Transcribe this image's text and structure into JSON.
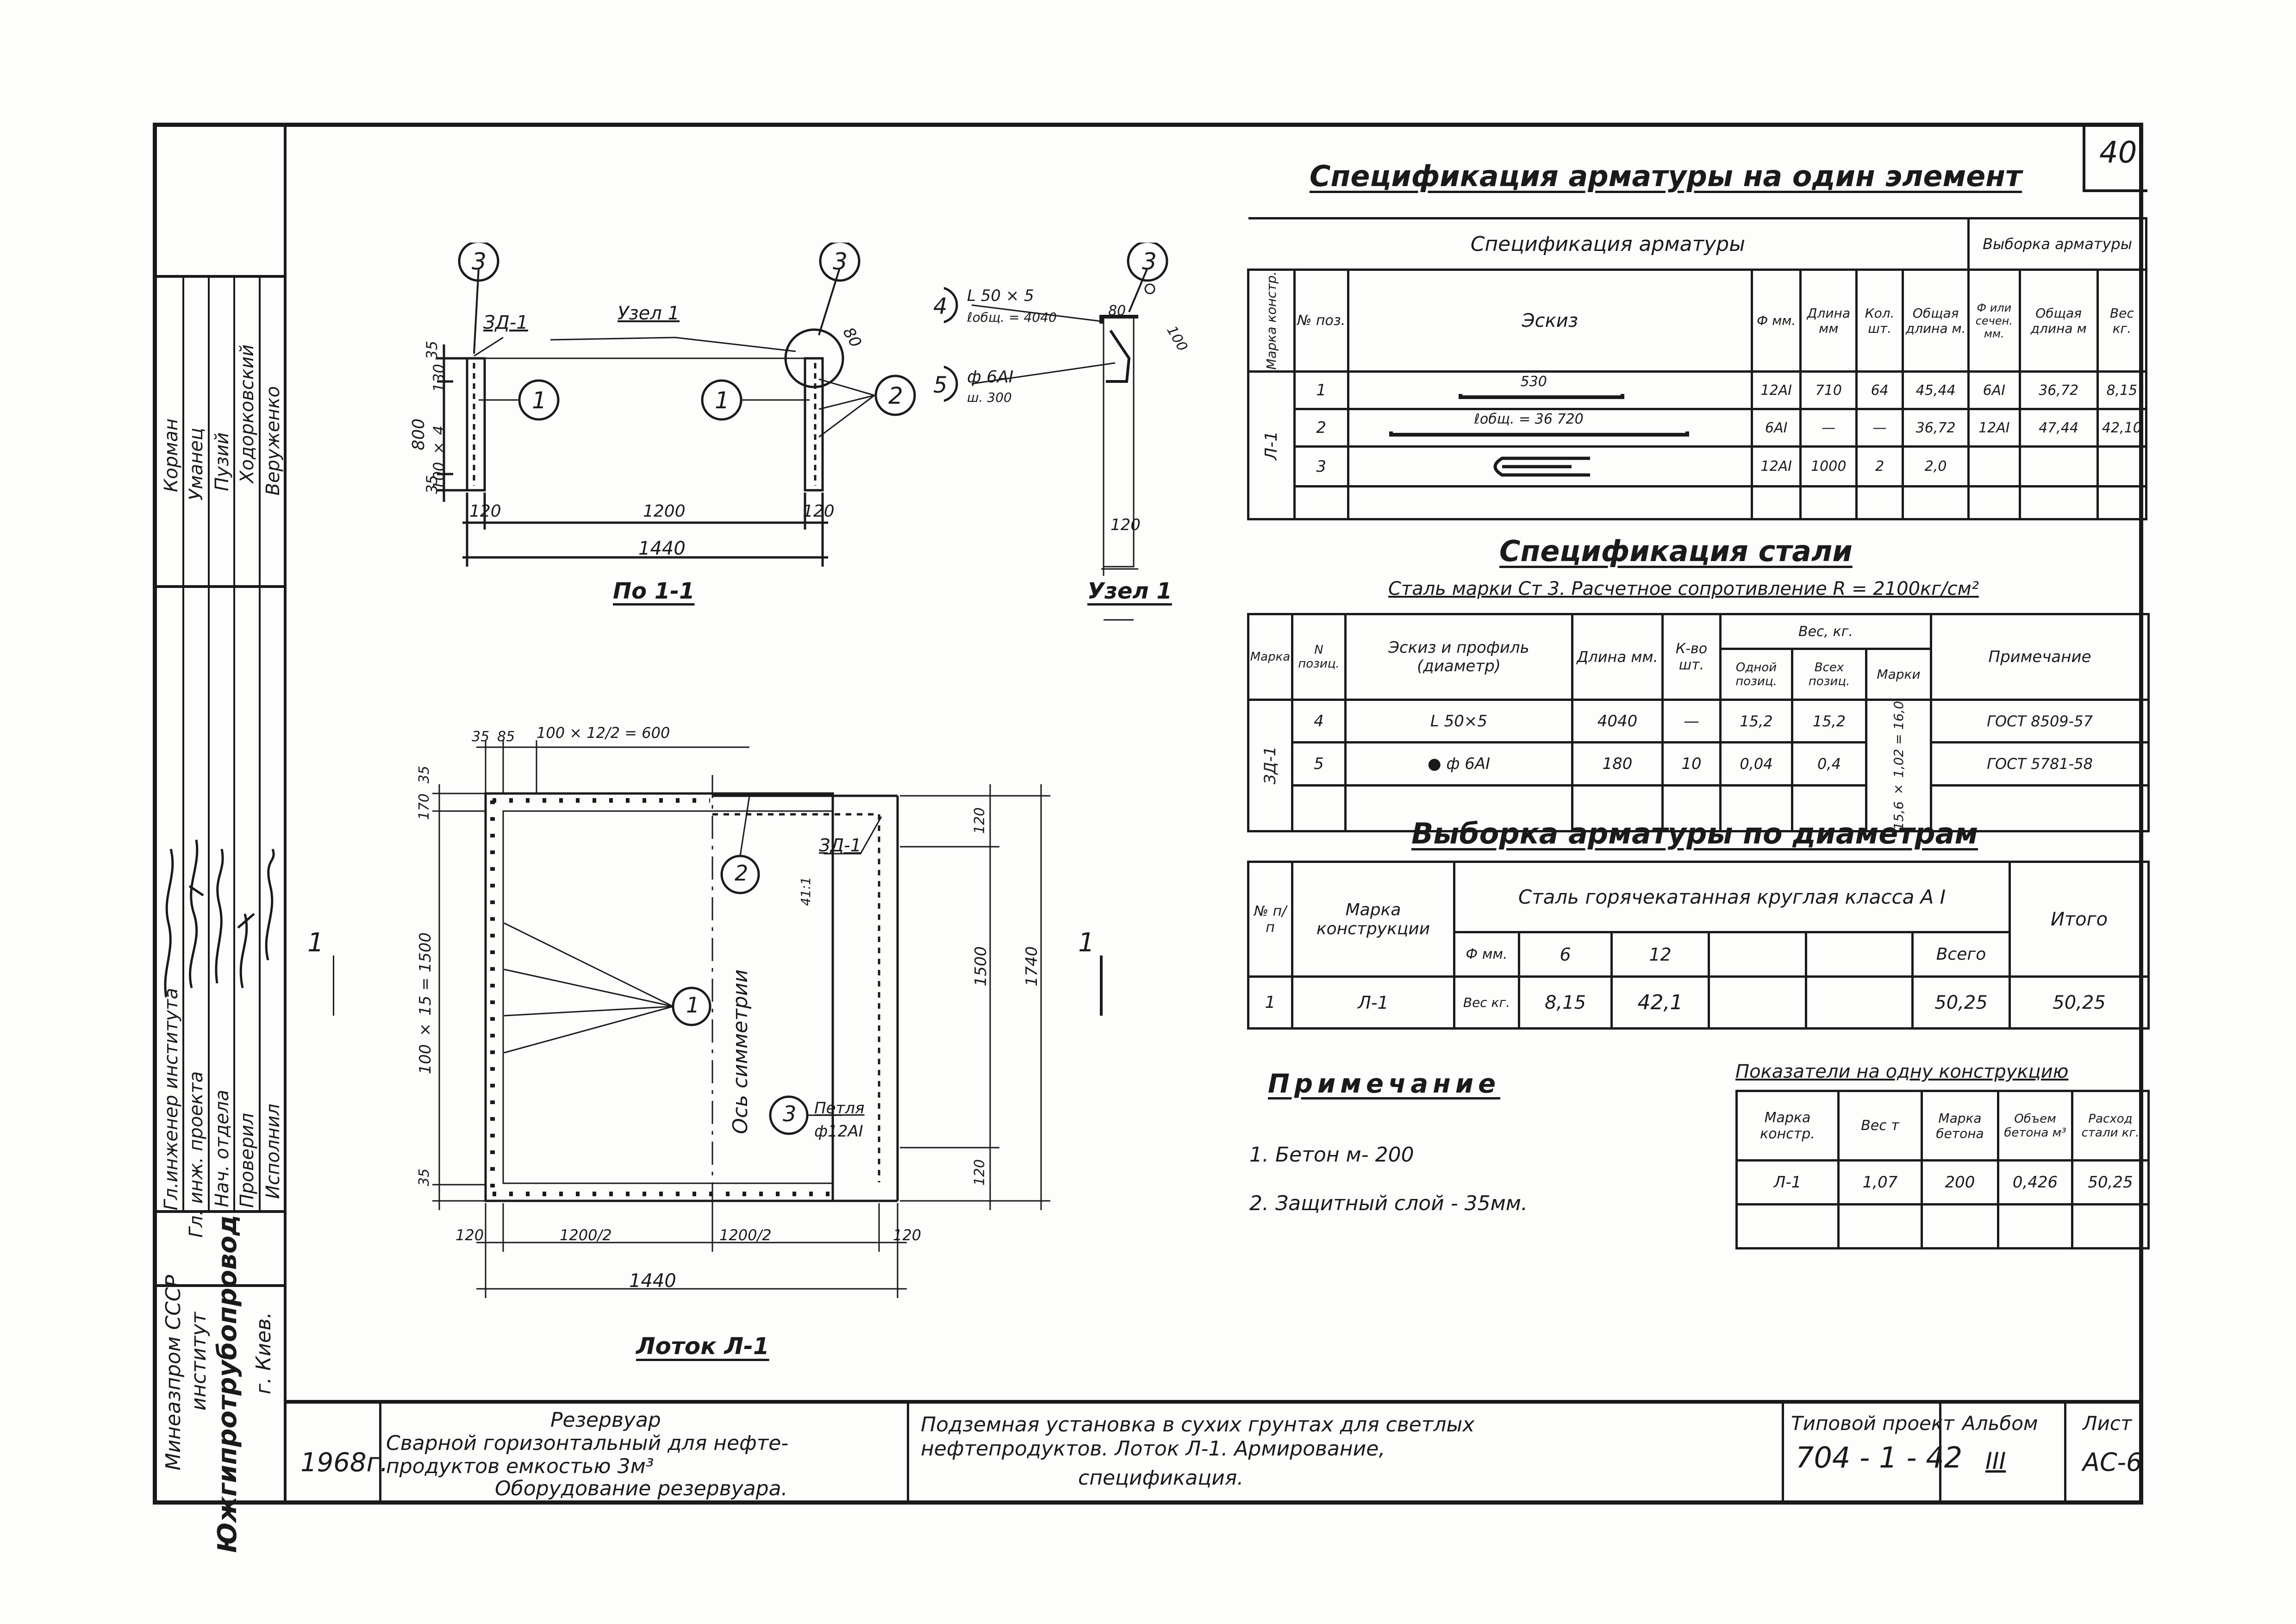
{
  "sheet_no": "40",
  "side": {
    "org1": "Минеазпром СССР",
    "org2": "институт",
    "org3": "Южгипротрубопровод",
    "org4": "г. Киев.",
    "roles": [
      "Гл.инженер института",
      "Гл. инж. проекта",
      "Нач. отдела",
      "Проверил",
      "Исполнил"
    ],
    "names": [
      "Корман",
      "Уманец",
      "Пузий",
      "Ходорковский",
      "Веруженко"
    ]
  },
  "views": {
    "section_title": "По 1-1",
    "node_title": "Узел 1",
    "plan_title": "Лоток Л-1"
  },
  "sec": {
    "callouts": [
      "3",
      "1",
      "1",
      "2",
      "3"
    ],
    "ed": "ЗД-1",
    "uzel": "Узел 1",
    "dims": [
      "35",
      "130",
      "800",
      "100 × 4",
      "35",
      "120",
      "1200",
      "120",
      "1440",
      "80"
    ]
  },
  "node": {
    "callouts": [
      "3",
      "4",
      "5"
    ],
    "angle": "L 50 × 5",
    "angle_len": "ℓобщ. = 4040",
    "rod": "ф 6АI",
    "rod_pitch": "ш. 300",
    "dims": [
      "80",
      "100",
      "120"
    ]
  },
  "plan": {
    "dims_top": [
      "35",
      "85",
      "100 × 12/2 = 600"
    ],
    "dims_left": [
      "170",
      "35",
      "100 × 15 = 1500",
      "35"
    ],
    "dims_right": [
      "120",
      "1500",
      "120",
      "1740",
      "41:1"
    ],
    "dims_bottom": [
      "120",
      "1200/2",
      "1200/2",
      "120",
      "1440"
    ],
    "callouts": [
      "1",
      "2",
      "3"
    ],
    "ed": "ЗД-1",
    "loop": "Петля",
    "loop_d": "ф12АI",
    "axis": "Ось симметрии",
    "cut_mark": "1"
  },
  "spec_rebar": {
    "title": "Спецификация арматуры на один элемент",
    "sub_title": "Спецификация арматуры",
    "select_head": "Выборка арматуры",
    "headers": [
      "Марка констр.",
      "№ поз.",
      "Эскиз",
      "Ф мм.",
      "Длина мм",
      "Кол. шт.",
      "Общая длина м.",
      "Ф или сечен. мм.",
      "Общая длина м",
      "Вес кг."
    ],
    "mark": "Л-1",
    "sketch_labels": [
      "530",
      "ℓобщ. = 36 720"
    ],
    "rows": [
      [
        "1",
        "12АI",
        "710",
        "64",
        "45,44",
        "6АI",
        "36,72",
        "8,15"
      ],
      [
        "2",
        "6АI",
        "—",
        "—",
        "36,72",
        "12АI",
        "47,44",
        "42,10"
      ],
      [
        "3",
        "12АI",
        "1000",
        "2",
        "2,0",
        "",
        "",
        ""
      ]
    ]
  },
  "spec_steel": {
    "title": "Спецификация стали",
    "subtitle": "Сталь марки Ст 3. Расчетное сопротивление R = 2100кг/см²",
    "headers": [
      "Марка",
      "N позиц.",
      "Эскиз и профиль (диаметр)",
      "Длина мм.",
      "К-во шт.",
      "Вес, кг.",
      "Одной позиц.",
      "Всех позиц.",
      "Марки",
      "Примечание"
    ],
    "mark": "ЗД-1",
    "total": "15,6 × 1,02 = 16,0",
    "rows": [
      [
        "4",
        "L 50×5",
        "4040",
        "—",
        "15,2",
        "15,2",
        "ГОСТ 8509-57"
      ],
      [
        "5",
        "● ф 6АI",
        "180",
        "10",
        "0,04",
        "0,4",
        "ГОСТ 5781-58"
      ]
    ]
  },
  "selection": {
    "title": "Выборка арматуры по диаметрам",
    "headers": [
      "№ п/п",
      "Марка конструкции",
      "Сталь горячекатанная круглая класса А I",
      "Итого",
      "Ф мм.",
      "6",
      "12",
      "Всего"
    ],
    "row": [
      "1",
      "Л-1",
      "Вес кг.",
      "8,15",
      "42,1",
      "50,25",
      "50,25"
    ]
  },
  "notes": {
    "title": "Примечание",
    "items": [
      "1. Бетон м- 200",
      "2. Защитный слой - 35мм."
    ]
  },
  "indicators": {
    "title": "Показатели на одну конструкцию",
    "headers": [
      "Марка констр.",
      "Вес т",
      "Марка бетона",
      "Объем бетона м³",
      "Расход стали кг."
    ],
    "row": [
      "Л-1",
      "1,07",
      "200",
      "0,426",
      "50,25"
    ]
  },
  "stamp": {
    "year": "1968г.",
    "obj1": "Резервуар",
    "obj2": "Сварной горизонтальный для нефте-",
    "obj3": "продуктов емкостью  3м³",
    "obj4": "Оборудование резервуара.",
    "desc1": "Подземная установка в сухих грунтах для светлых",
    "desc2": "нефтепродуктов. Лоток Л-1. Армирование,",
    "desc3": "спецификация.",
    "proj_label": "Типовой проект",
    "proj": "704 - 1 - 42",
    "album_label": "Альбом",
    "album": "III",
    "sheet_label": "Лист",
    "sheet": "АС-6"
  }
}
